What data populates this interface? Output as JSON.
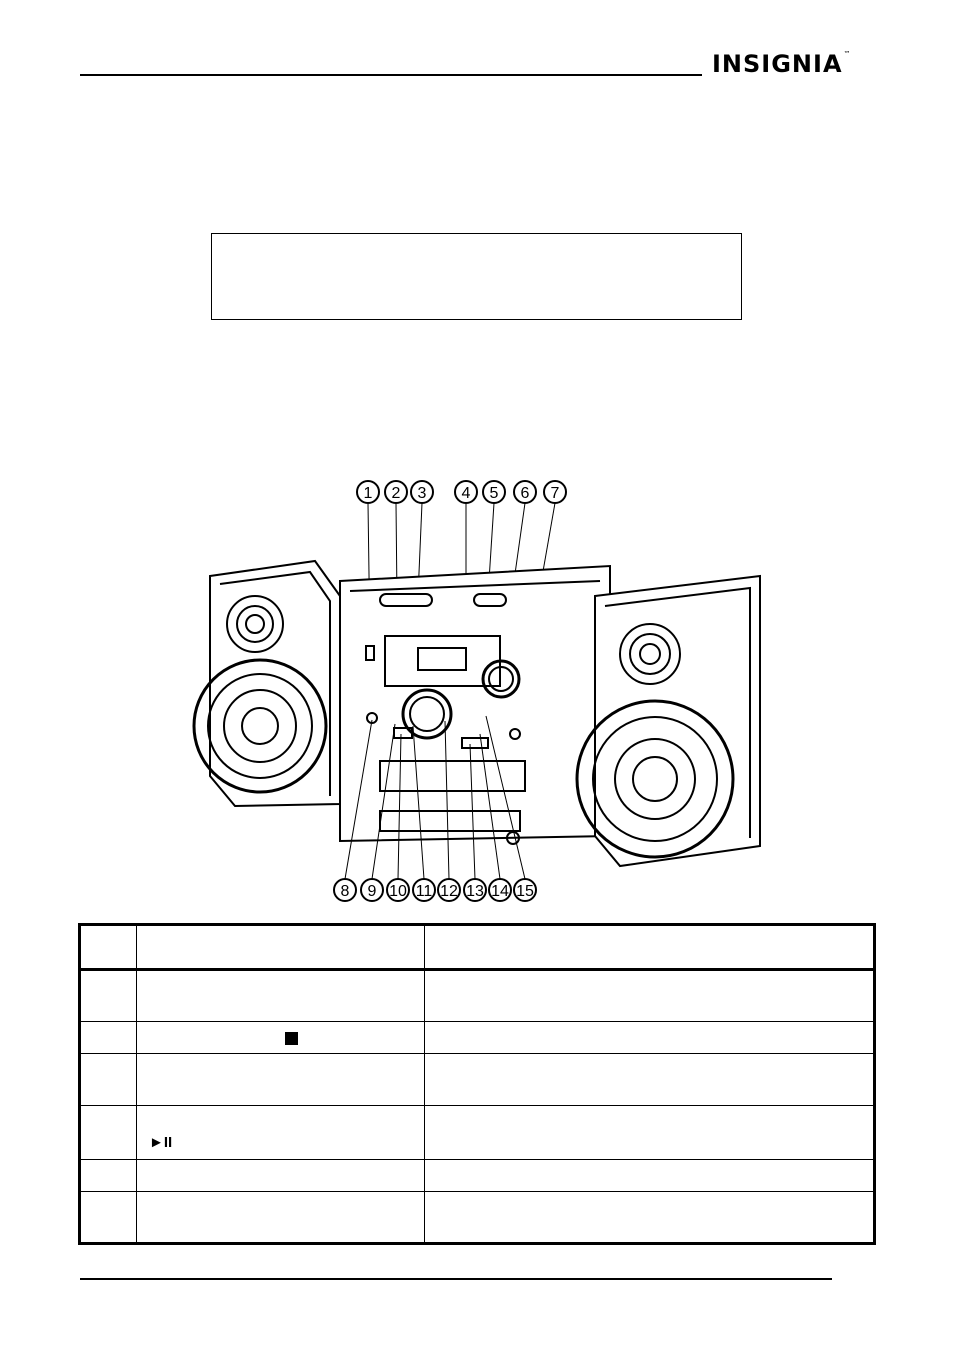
{
  "header": {
    "logo_text": "INSIGNIA",
    "logo_tm": "™"
  },
  "diagram": {
    "callouts_top": [
      "1",
      "2",
      "3",
      "4",
      "5",
      "6",
      "7"
    ],
    "callouts_bottom": [
      "8",
      "9",
      "10",
      "11",
      "12",
      "13",
      "14",
      "15"
    ]
  },
  "table": {
    "rows": [
      {
        "icon": ""
      },
      {
        "icon": "stop-square"
      },
      {
        "icon": ""
      },
      {
        "icon": "play-pause",
        "glyph": "►II"
      },
      {
        "icon": ""
      },
      {
        "icon": ""
      }
    ]
  }
}
